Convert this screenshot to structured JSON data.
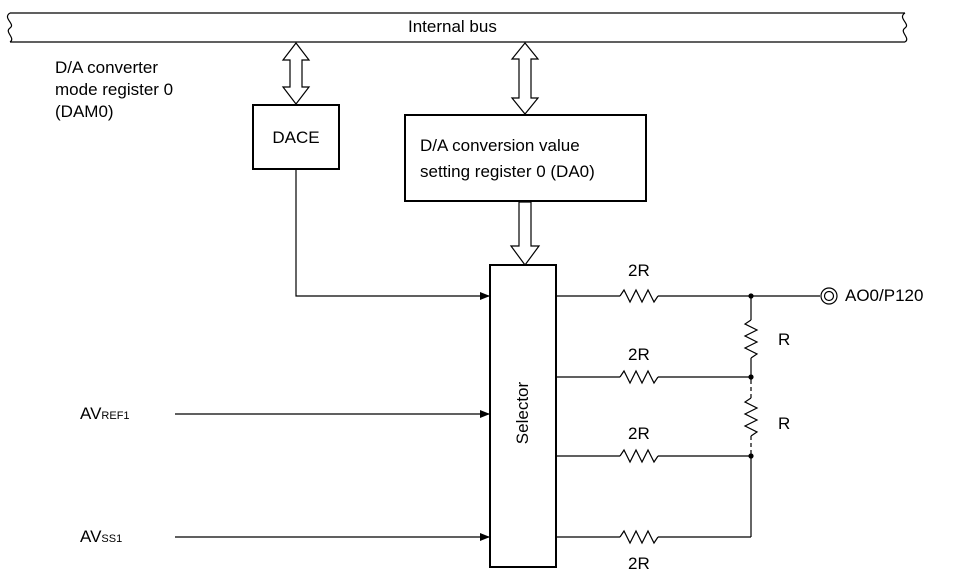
{
  "bus": {
    "label": "Internal bus"
  },
  "dam0": {
    "line1": "D/A converter",
    "line2": "mode register  0",
    "line3": "(DAM0)"
  },
  "dace": {
    "label": "DACE"
  },
  "da0": {
    "line1": "D/A conversion value",
    "line2": "setting register 0 (DA0)"
  },
  "selector": {
    "label": "Selector"
  },
  "inputs": {
    "avref_main": "AV",
    "avref_sub": "REF1",
    "avss_main": "AV",
    "avss_sub": "SS1"
  },
  "output": {
    "label": "AO0/P120"
  },
  "resistors": {
    "r2_1": "2R",
    "r2_2": "2R",
    "r2_3": "2R",
    "r2_4": "2R",
    "r_1": "R",
    "r_2": "R"
  }
}
